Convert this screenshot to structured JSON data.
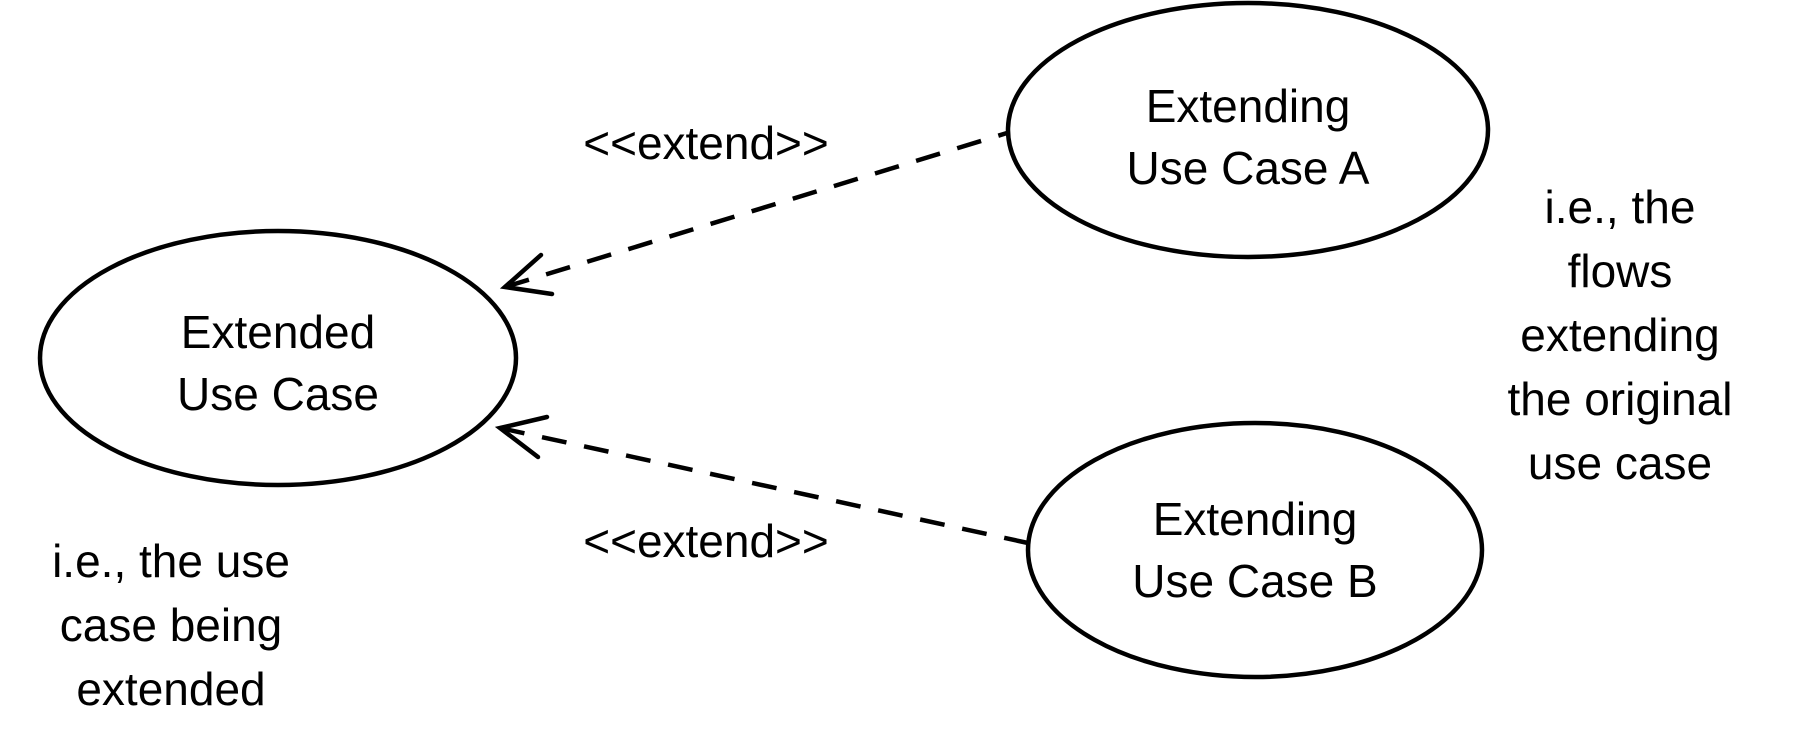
{
  "diagram": {
    "type": "uml-use-case-extend-diagram",
    "nodes": {
      "extended": {
        "lines": [
          "Extended",
          "Use Case"
        ]
      },
      "extending_a": {
        "lines": [
          "Extending",
          "Use Case A"
        ]
      },
      "extending_b": {
        "lines": [
          "Extending",
          "Use Case B"
        ]
      }
    },
    "connectors": {
      "top": {
        "label": "<<extend>>",
        "style": "dashed-open-arrow",
        "from": "extending_a",
        "to": "extended"
      },
      "bottom": {
        "label": "<<extend>>",
        "style": "dashed-open-arrow",
        "from": "extending_b",
        "to": "extended"
      }
    },
    "notes": {
      "left": {
        "lines": [
          "i.e., the use",
          "case being",
          "extended"
        ]
      },
      "right": {
        "lines": [
          "i.e., the",
          "flows",
          "extending",
          "the original",
          "use case"
        ]
      }
    },
    "colors": {
      "stroke": "#000000",
      "text": "#000000",
      "background": "#ffffff"
    }
  }
}
